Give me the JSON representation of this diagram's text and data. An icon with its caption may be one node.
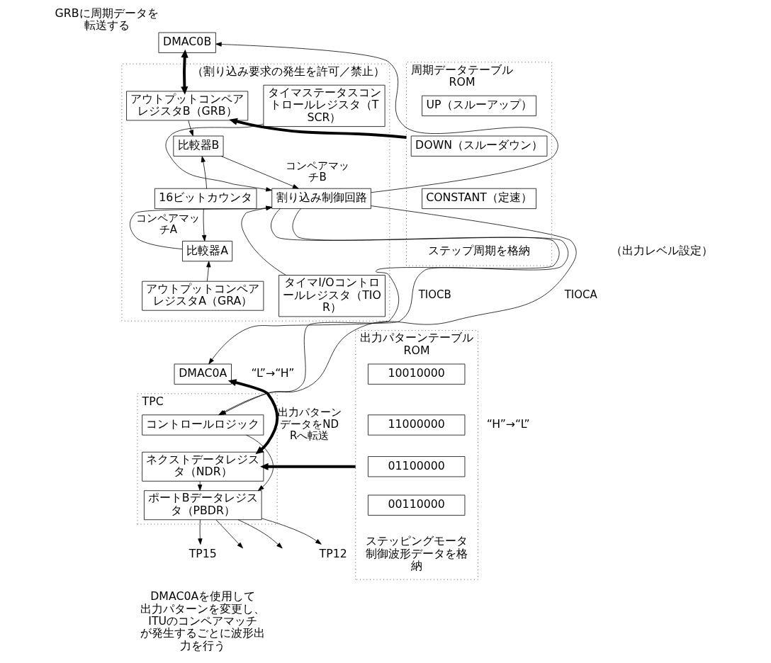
{
  "diagram": {
    "nodes": [
      {
        "text": [
          "DMAC0B"
        ],
        "beside": [
          "GRBに周期データを転送する"
        ]
      },
      {
        "text": [
          "ROM"
        ],
        "beside": [
          "周期データテーブル",
          "ステップ周期を格納"
        ]
      },
      {
        "text": [
          "UP（スルーアップ）"
        ],
        "in": 1
      },
      {
        "text": [
          "DOWN（スルーダウン）"
        ],
        "in": 1
      },
      {
        "text": [
          "CONSTANT（定速）"
        ],
        "in": 1
      },
      {
        "text": [
          "（割り込み要求の発生を許可／禁止）"
        ]
      },
      {
        "text": [
          "アウトプットコンペアレジスタB（GRB）"
        ],
        "in": 5
      },
      {
        "text": [
          "比較器B"
        ],
        "in": 5
      },
      {
        "text": [
          "16ビットカウンタ"
        ],
        "in": 5
      },
      {
        "text": [
          "比較器A"
        ],
        "in": 5
      },
      {
        "text": [
          "アウトプットコンペアレジスタA（GRA）"
        ],
        "in": 5
      },
      {
        "text": [
          "タイマステータスコントロールレジスタ（TSCR）"
        ],
        "in": 5
      },
      {
        "text": [
          "割り込み制御回路"
        ],
        "in": 5
      },
      {
        "text": [
          "タイマI/Oコントロールレジスタ（TIOR）"
        ],
        "in": 5
      },
      {
        "text": [
          "ROM"
        ],
        "beside": [
          "出力パターンテーブル",
          "ステッピングモータ制御波形データを格納"
        ]
      },
      {
        "text": [
          "10010000"
        ],
        "in": 14
      },
      {
        "text": [
          "11000000"
        ],
        "in": 14
      },
      {
        "text": [
          "01100000"
        ],
        "in": 14
      },
      {
        "text": [
          "00110000"
        ],
        "in": 14
      },
      {
        "text": [
          "DMAC0A"
        ]
      },
      {
        "text": [
          "TPC"
        ]
      },
      {
        "text": [
          "コントロールロジック"
        ],
        "in": 20
      },
      {
        "text": [
          "ネクストデータレジスタ（NDR）"
        ],
        "in": 20
      },
      {
        "text": [
          "ポートBデータレジスタ（PBDR）"
        ],
        "in": 20
      },
      {
        "text": [
          "TP15"
        ]
      },
      {
        "text": [
          "TP12"
        ]
      }
    ],
    "edges": [
      {
        "from": 1,
        "to": 6,
        "arrow": "to",
        "style": "thick"
      },
      {
        "from": 0,
        "to": 6,
        "arrow": "both",
        "style": "thick"
      },
      {
        "from": 6,
        "to": 7,
        "arrow": "to"
      },
      {
        "from": 8,
        "to": 7,
        "arrow": "to"
      },
      {
        "from": 8,
        "to": 9,
        "arrow": "to"
      },
      {
        "from": 10,
        "to": 9,
        "arrow": "to"
      },
      {
        "from": 7,
        "to": 12,
        "arrow": "to",
        "label": "コンペアマッチB"
      },
      {
        "from": 9,
        "to": 12,
        "arrow": "to",
        "label": "コンペアマッチA"
      },
      {
        "from": 11,
        "to": 12,
        "arrow": "to"
      },
      {
        "from": 13,
        "to": 12,
        "arrow": "to"
      },
      {
        "from": 12,
        "to": 21,
        "arrow": "to",
        "label": "TIOCB"
      },
      {
        "from": 12,
        "to": 21,
        "arrow": "to",
        "label": "TIOCA"
      },
      {
        "from": 12,
        "to": 0,
        "arrow": "to"
      },
      {
        "from": 12,
        "to": 19,
        "arrow": "to"
      },
      {
        "from": 14,
        "to": 22,
        "arrow": "to",
        "style": "thick"
      },
      {
        "from": 19,
        "to": 22,
        "arrow": "both",
        "style": "thick",
        "label": "出力パターンデータをNDRへ転送"
      },
      {
        "from": 21,
        "to": 23,
        "arrow": "to"
      },
      {
        "from": 22,
        "to": 23,
        "arrow": "to"
      },
      {
        "from": 23,
        "to": 24,
        "arrow": "to"
      },
      {
        "from": 23,
        "to": null,
        "arrow": "to"
      },
      {
        "from": 23,
        "to": null,
        "arrow": "to"
      },
      {
        "from": 23,
        "to": 25,
        "arrow": "to"
      }
    ],
    "labels": [
      "（出力レベル設定）",
      "“L”→“H”",
      "“H”→“L”",
      "DMAC0Aを使用して出力パターンを変更し、ITUのコンペアマッチが発生するごとに波形出力を行う"
    ]
  }
}
